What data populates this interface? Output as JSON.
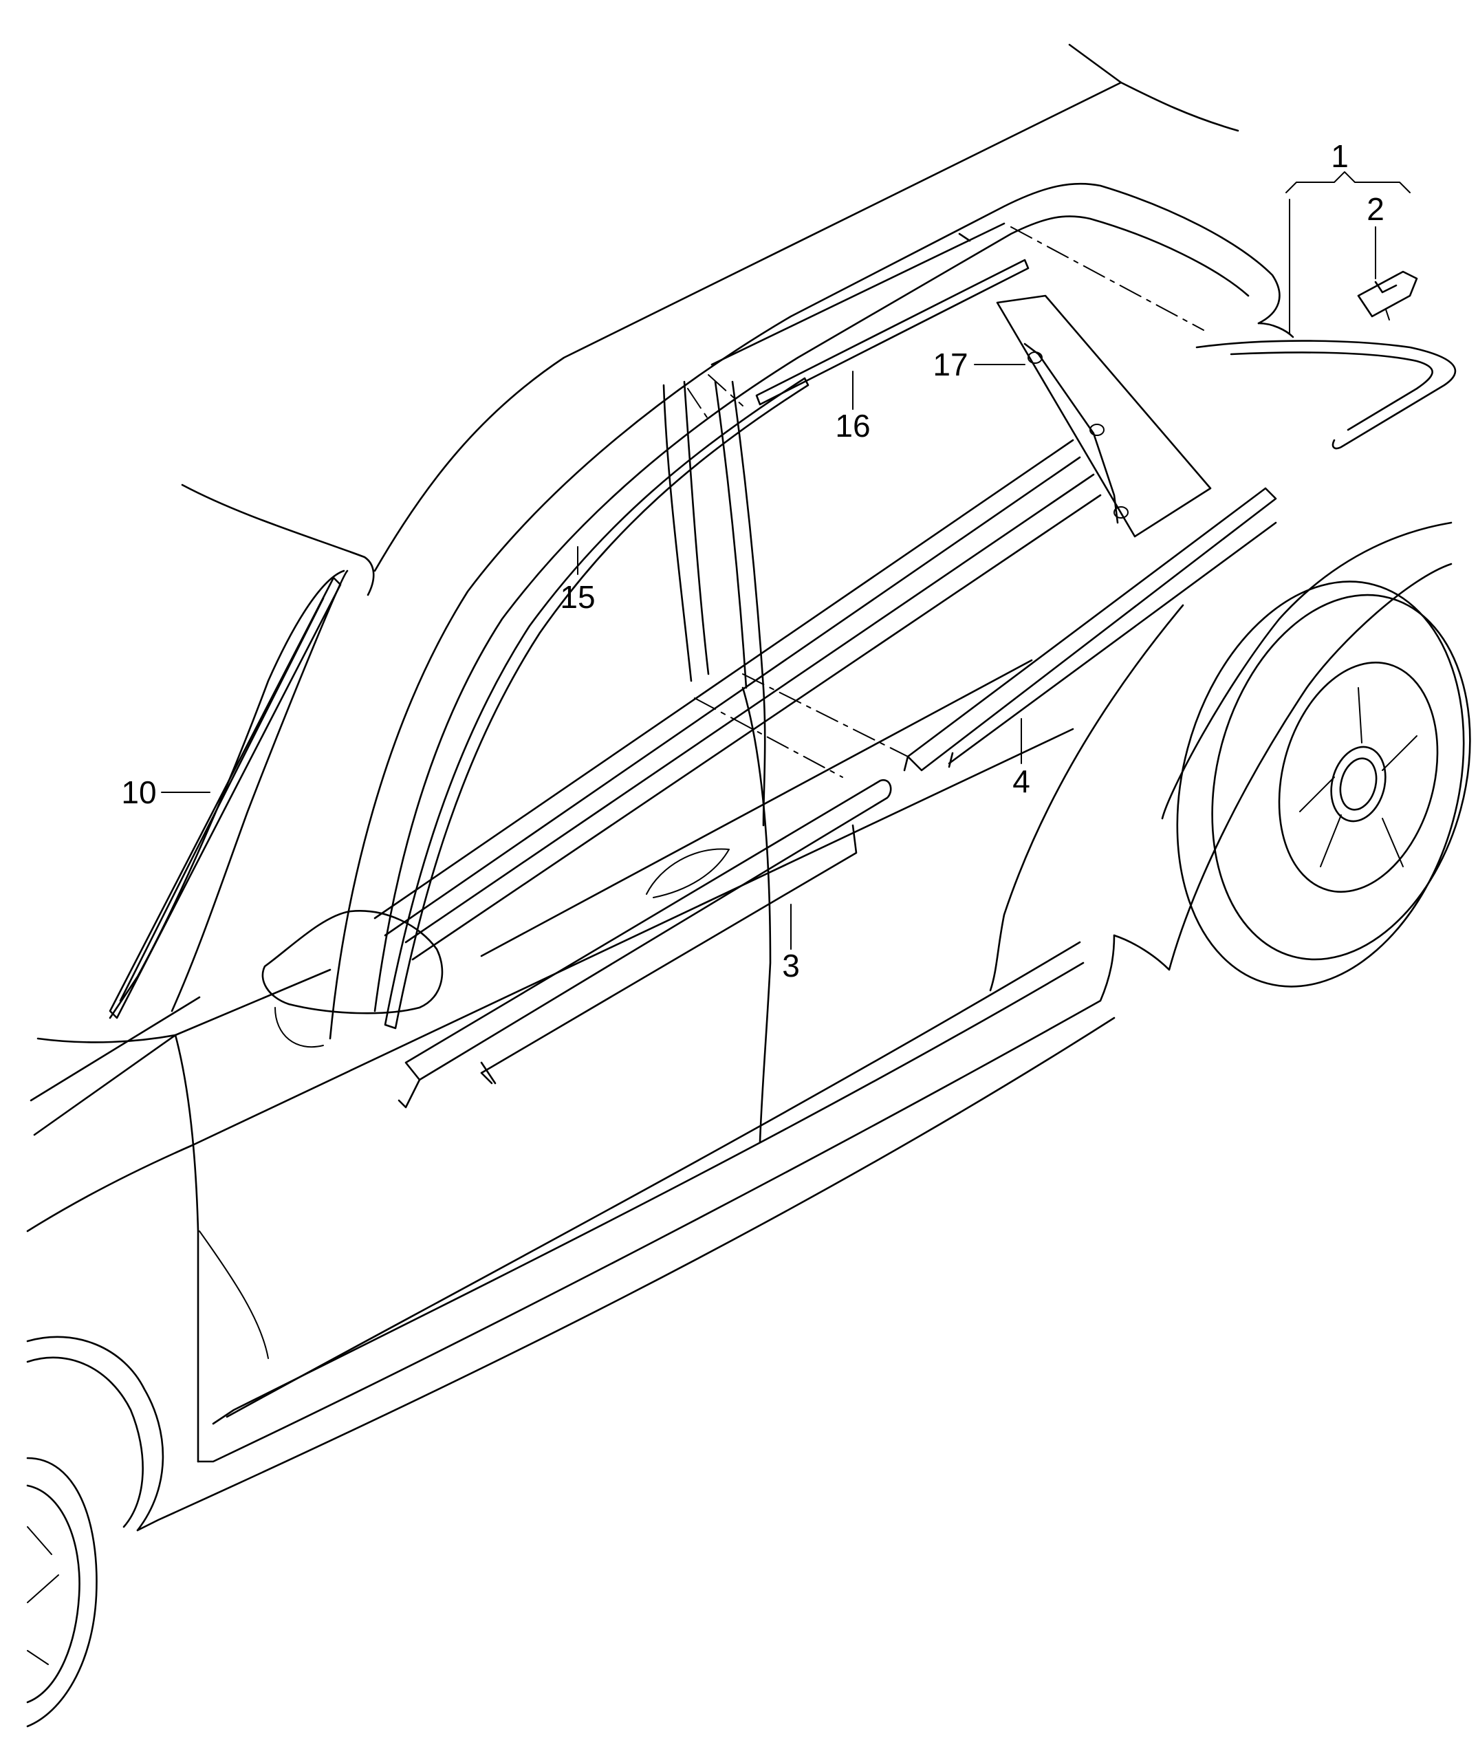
{
  "diagram": {
    "callouts": [
      {
        "id": "1",
        "text": "1"
      },
      {
        "id": "2",
        "text": "2"
      },
      {
        "id": "3",
        "text": "3"
      },
      {
        "id": "4",
        "text": "4"
      },
      {
        "id": "10",
        "text": "10"
      },
      {
        "id": "15",
        "text": "15"
      },
      {
        "id": "16",
        "text": "16"
      },
      {
        "id": "17",
        "text": "17"
      }
    ]
  }
}
